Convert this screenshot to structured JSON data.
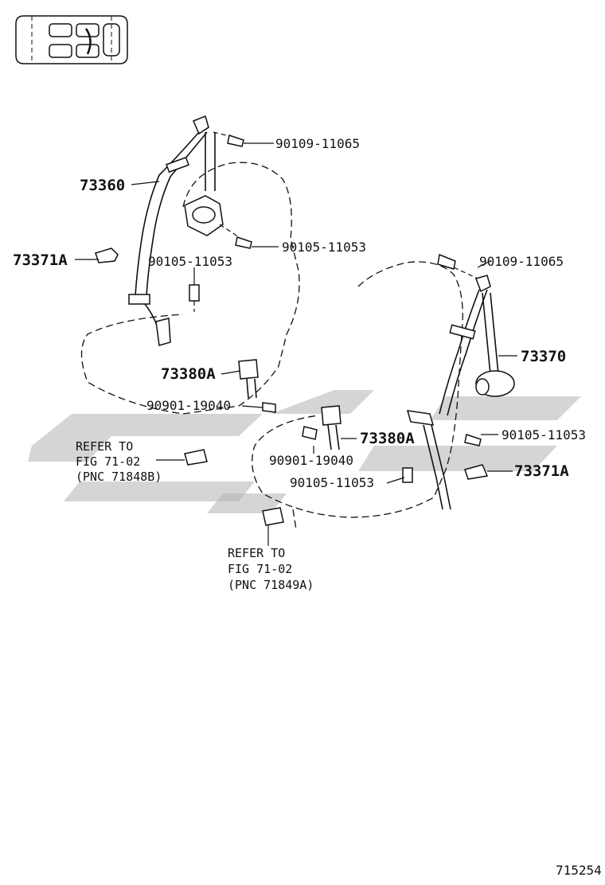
{
  "diagram": {
    "part_labels": {
      "bolt_top_left": "90109-11065",
      "belt_left": "73360",
      "bolt_retractor_left": "90105-11053",
      "cover_left": "73371A",
      "bolt_lower_left": "90105-11053",
      "buckle_left": "73380A",
      "bolt_buckle_left": "90901-19040",
      "bolt_top_right": "90109-11065",
      "belt_right": "73370",
      "bolt_retractor_right": "90105-11053",
      "buckle_right": "73380A",
      "bolt_buckle_right": "90901-19040",
      "bolt_lower_right": "90105-11053",
      "cover_right": "73371A"
    },
    "ref_left": {
      "line1": "REFER TO",
      "line2": "FIG 71-02",
      "line3": "(PNC 71848B)"
    },
    "ref_bottom": {
      "line1": "REFER TO",
      "line2": "FIG 71-02",
      "line3": "(PNC 71849A)"
    },
    "figure_number": "715254"
  },
  "colors": {
    "line": "#111111",
    "watermark": "#b3b3b3",
    "background": "#ffffff"
  },
  "icons": {
    "vehicle": "vehicle-seat-layout-icon"
  }
}
